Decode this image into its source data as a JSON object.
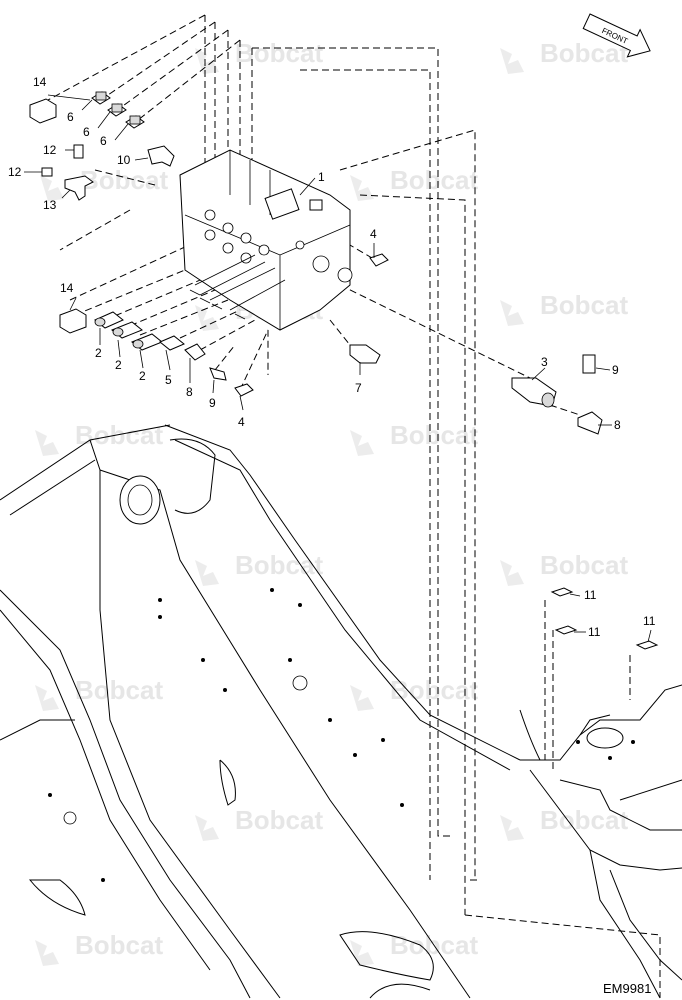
{
  "drawing": {
    "code": "EM9981",
    "front_label": "FRONT",
    "watermark": "Bobcat",
    "callouts": [
      "1",
      "2",
      "3",
      "4",
      "5",
      "6",
      "7",
      "8",
      "9",
      "10",
      "11",
      "12",
      "13",
      "14"
    ]
  }
}
